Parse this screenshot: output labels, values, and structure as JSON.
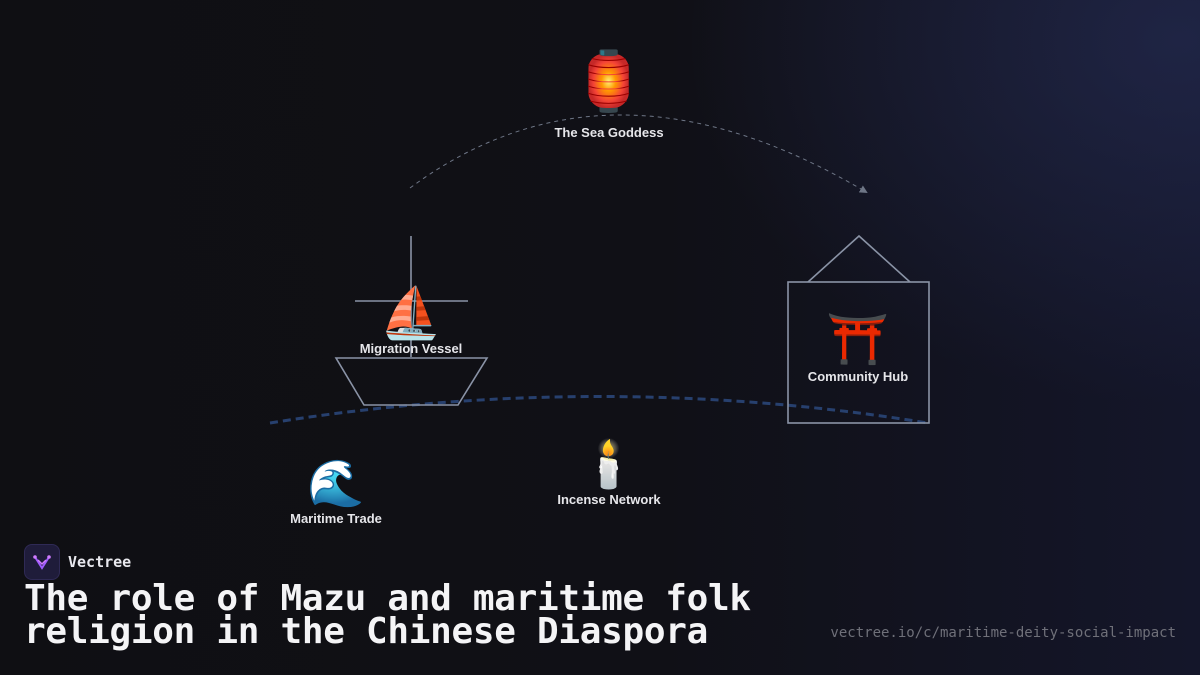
{
  "diagram": {
    "nodes": [
      {
        "id": "sea-goddess",
        "icon": "lantern-icon",
        "glyph": "🏮",
        "label": "The Sea Goddess"
      },
      {
        "id": "migration-vessel",
        "icon": "sailboat-icon",
        "glyph": "⛵",
        "label": "Migration Vessel"
      },
      {
        "id": "community-hub",
        "icon": "torii-gate-icon",
        "glyph": "⛩️",
        "label": "Community Hub"
      },
      {
        "id": "incense-network",
        "icon": "candle-icon",
        "glyph": "🕯️",
        "label": "Incense Network"
      },
      {
        "id": "maritime-trade",
        "icon": "wave-icon",
        "glyph": "🌊",
        "label": "Maritime Trade"
      }
    ],
    "colors": {
      "outline": "#8a93a6",
      "sea_line": "#27406e",
      "arc": "#6e7686"
    }
  },
  "brand": {
    "name": "Vectree",
    "logo_icon": "vectree-logo-icon",
    "logo_color": "#a05cff"
  },
  "title_line1": "The role of Mazu and maritime folk",
  "title_line2": "religion in the Chinese Diaspora",
  "source_url": "vectree.io/c/maritime-deity-social-impact"
}
